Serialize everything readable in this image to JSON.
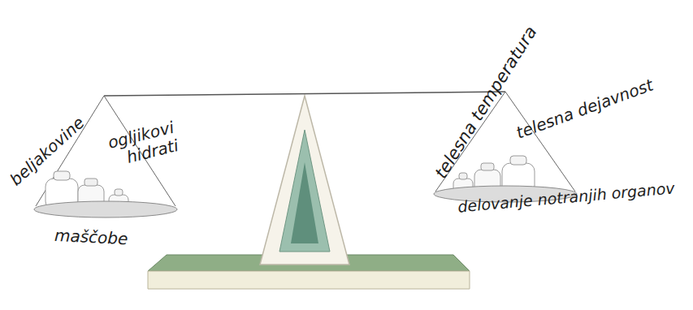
{
  "diagram": {
    "labels": [
      "beljakovine",
      "ogljikovi hidrati",
      "maščobe",
      "telesna temperatura",
      "telesna dejavnost",
      "delovanje notranjih organov"
    ]
  }
}
